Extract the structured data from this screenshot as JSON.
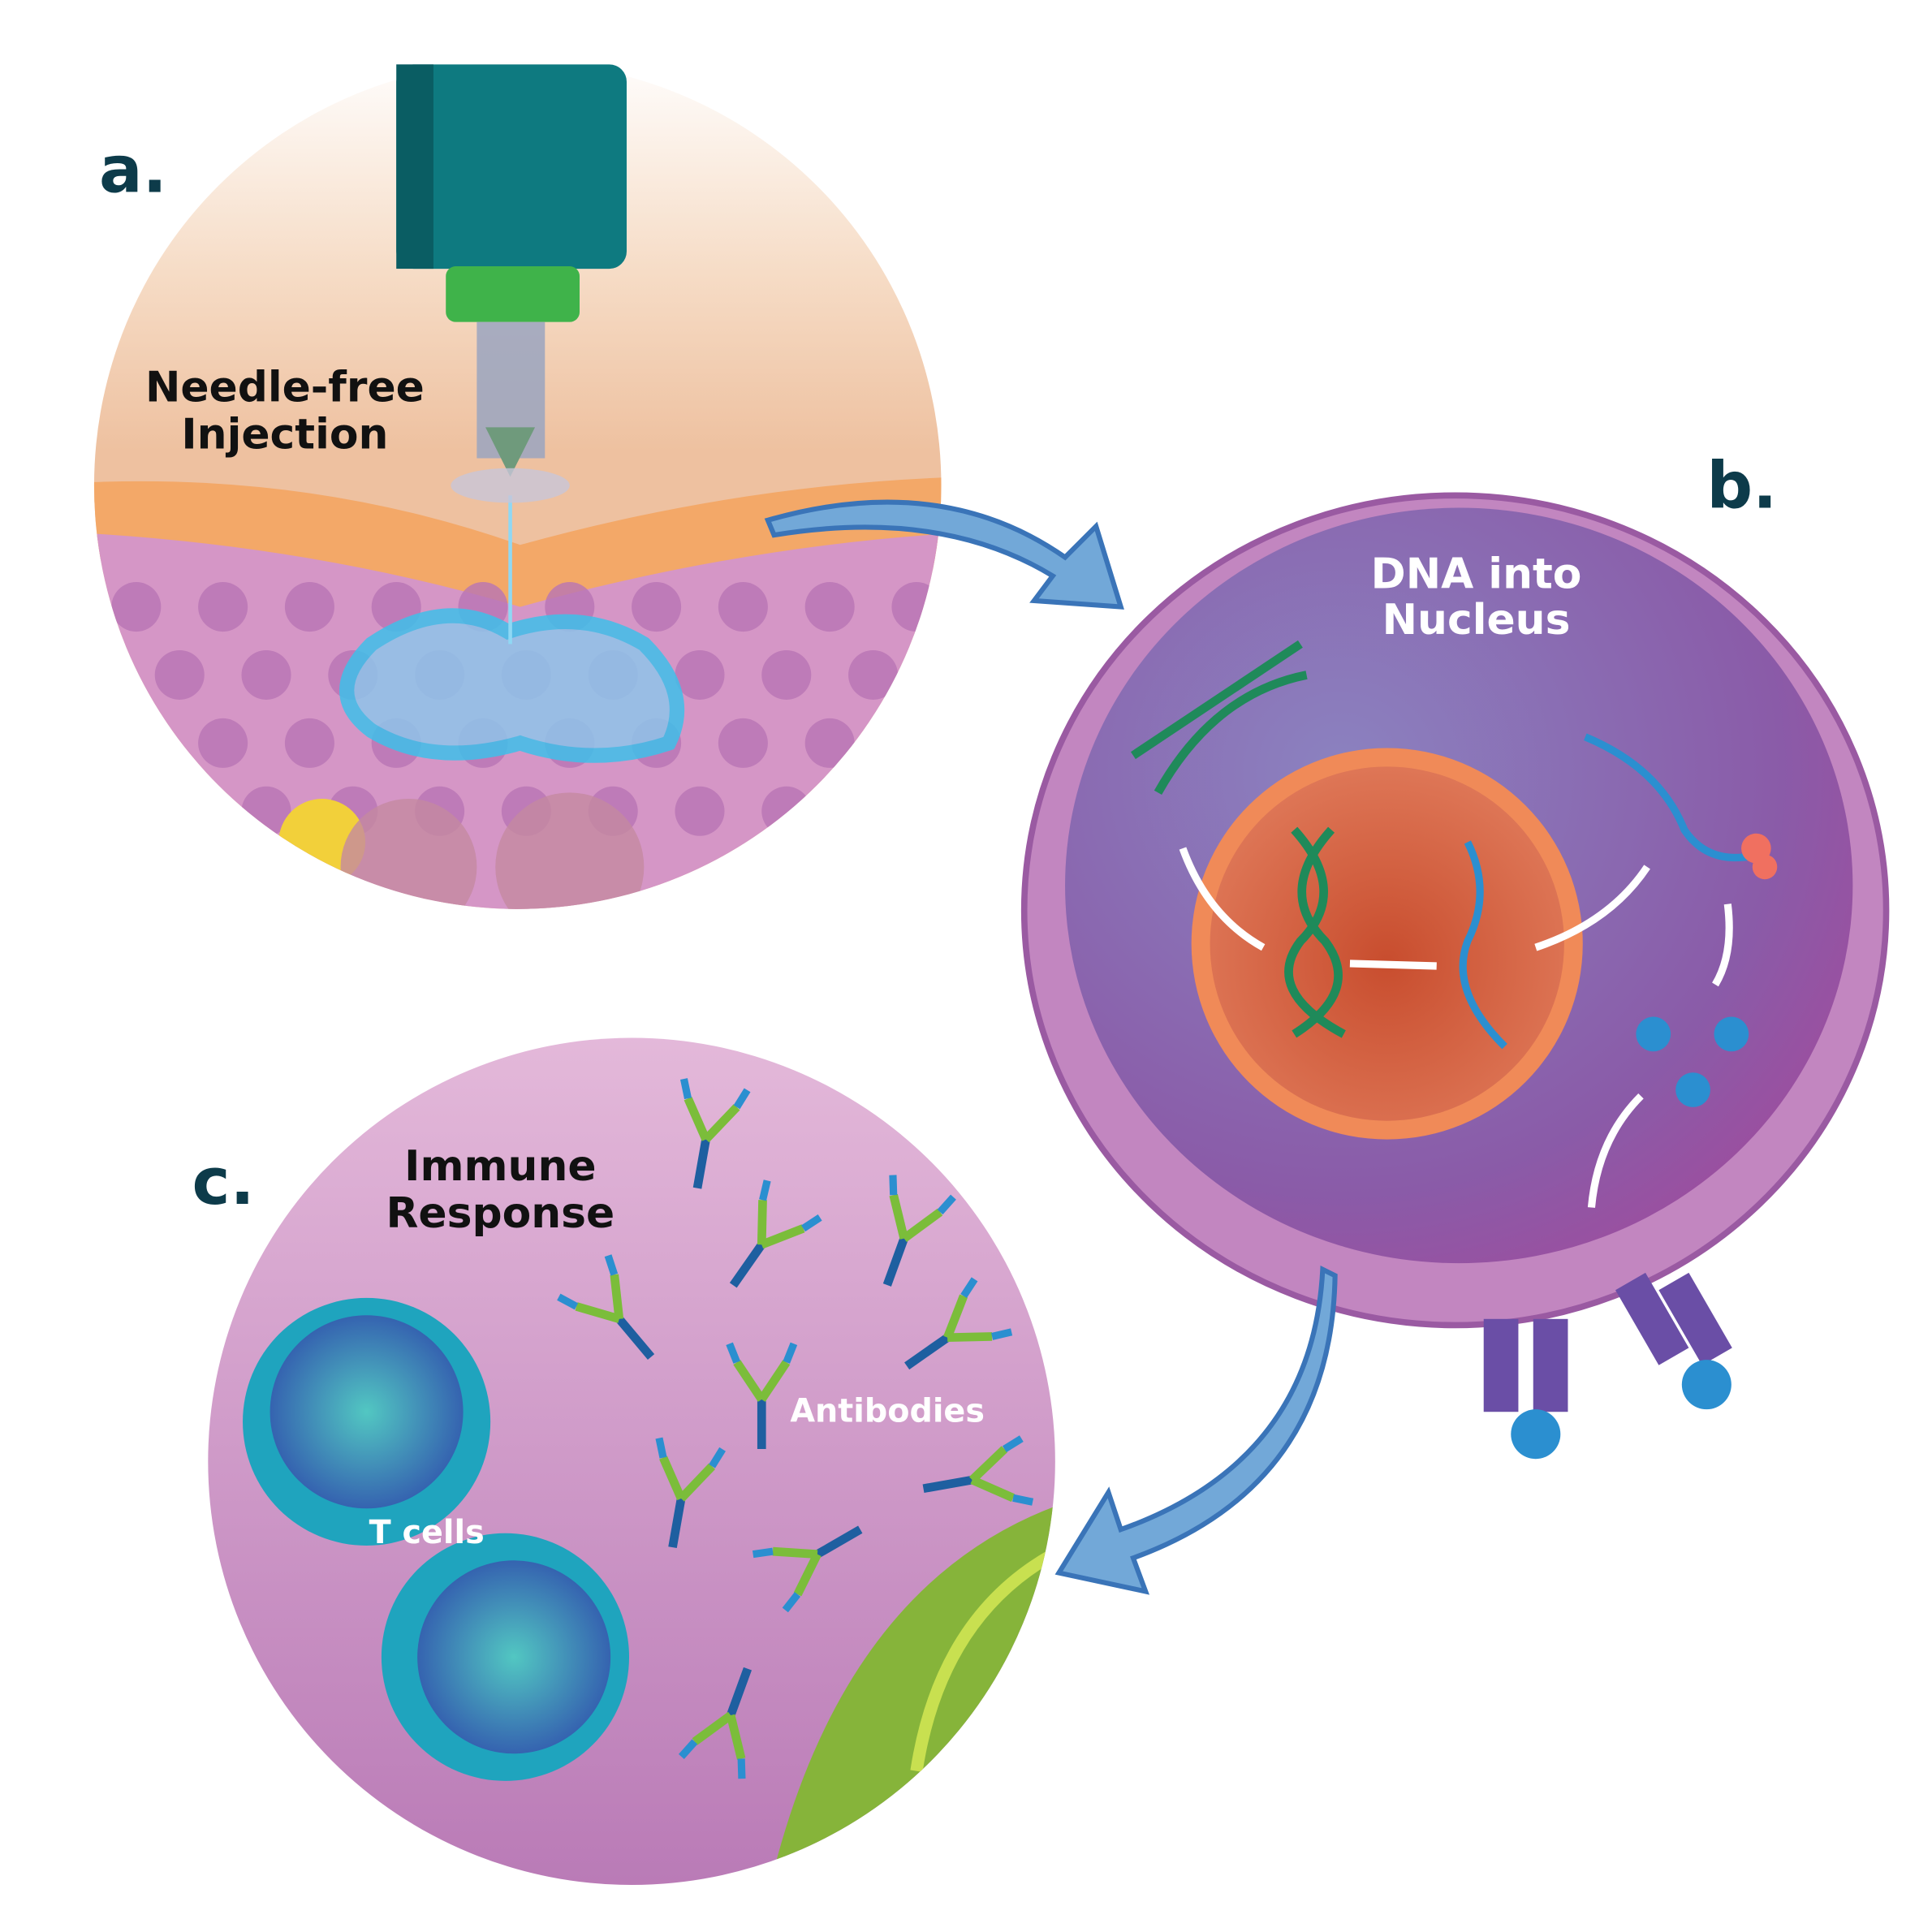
{
  "panels": {
    "a": {
      "letter": "a.",
      "title_line1": "Needle-free",
      "title_line2": "Injection"
    },
    "b": {
      "letter": "b.",
      "title_line1": "DNA into",
      "title_line2": "Nucleus"
    },
    "c": {
      "letter": "c.",
      "title_line1": "Immune",
      "title_line2": "Response",
      "antibodies_label": "Antibodies",
      "tcells_label": "T cells"
    }
  },
  "colors": {
    "skin": "#f2c9a8",
    "tissue": "#d79ac8",
    "injection_fluid": "#5cc8ee",
    "injector": "#0e7a80",
    "injector_tip": "#3fb34a",
    "cell": "#7d6bb3",
    "nucleus": "#e06a45",
    "arrow": "#4a86c8",
    "immune_bg": "#d7a6d0",
    "tcell_outer": "#1fa4be",
    "tcell_inner": "#3a6fb8",
    "antibody_dark": "#1e5fa0",
    "antibody_green": "#7bbd3a",
    "label_dark": "#0d3b4a"
  }
}
